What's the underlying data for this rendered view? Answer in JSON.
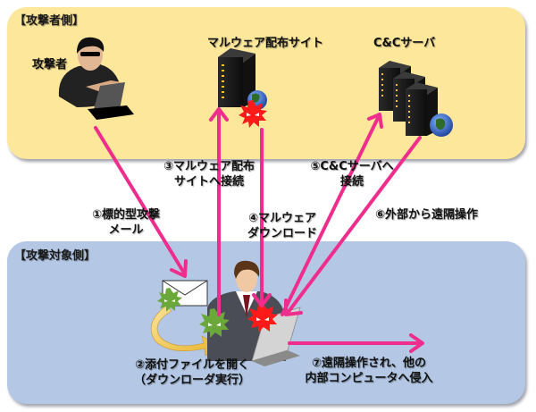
{
  "panels": {
    "attacker_side": {
      "title": "【攻撃者側】",
      "color": "#fde79a"
    },
    "target_side": {
      "title": "【攻撃対象側】",
      "color": "#b4c8e6"
    }
  },
  "actors": {
    "attacker": "攻撃者",
    "malware_site": "マルウェア配布サイト",
    "cc_server": "C&Cサーバ"
  },
  "steps": {
    "s1": [
      "①標的型攻撃",
      "メール"
    ],
    "s2": [
      "②添付ファイルを開く",
      "（ダウンローダ実行）"
    ],
    "s3": [
      "③マルウェア配布",
      "サイトへ接続"
    ],
    "s4": [
      "④マルウェア",
      "ダウンロード"
    ],
    "s5": [
      "⑤C&Cサーバへ",
      "接続"
    ],
    "s6": [
      "⑥外部から遠隔操作"
    ],
    "s7": [
      "⑦遠隔操作され、他の",
      "内部コンピュータへ侵入"
    ]
  },
  "colors": {
    "arrow": "#ee2d8c",
    "malware_red": "#ff1a1a",
    "malware_green": "#6aa83a",
    "loop_arrow": "#f3c94b"
  }
}
